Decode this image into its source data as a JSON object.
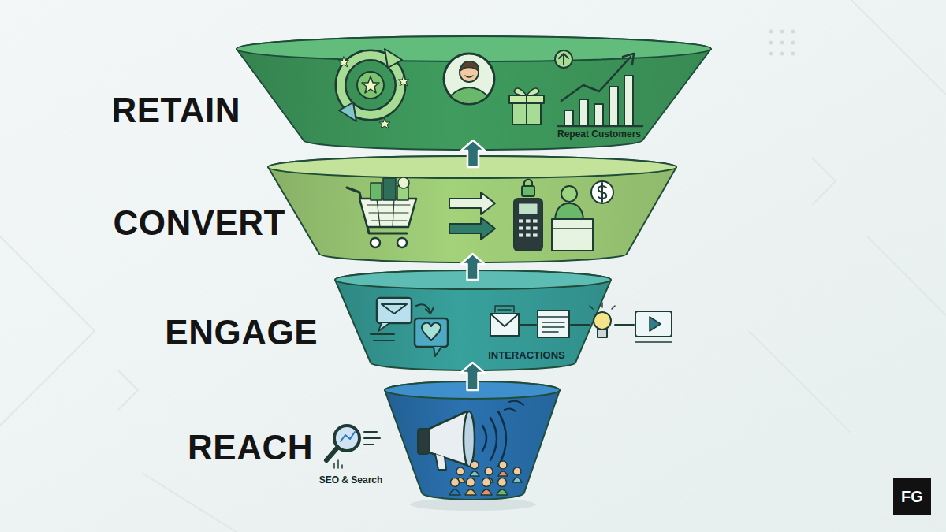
{
  "diagram": {
    "nodes": [
      {
        "text": [
          "RETAIN",
          "Repeat Customers"
        ]
      },
      {
        "text": [
          "CONVERT"
        ]
      },
      {
        "text": [
          "ENGAGE",
          "INTERACTIONS"
        ]
      },
      {
        "text": [
          "REACH",
          "SEO & Search"
        ]
      }
    ],
    "edges": [
      {
        "from": 3,
        "to": 2,
        "arrow": "to"
      },
      {
        "from": 2,
        "to": 1,
        "arrow": "to"
      },
      {
        "from": 1,
        "to": 0,
        "arrow": "to"
      }
    ],
    "labels": [
      "FG"
    ]
  }
}
